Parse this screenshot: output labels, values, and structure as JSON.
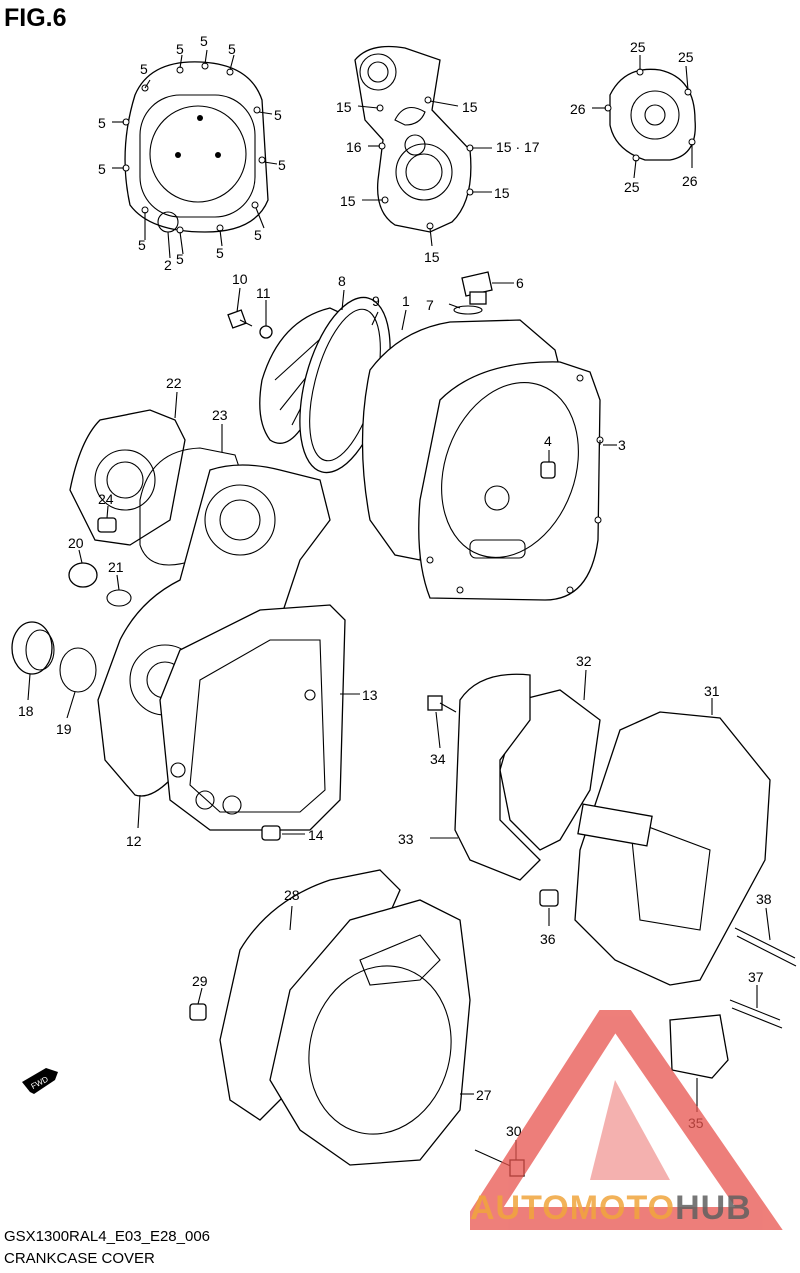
{
  "figure": {
    "title": "FIG.6",
    "code": "GSX1300RAL4_E03_E28_006",
    "caption": "CRANKCASE COVER"
  },
  "labels": {
    "n1": "1",
    "n2": "2",
    "n3": "3",
    "n4": "4",
    "n5": "5",
    "n6": "6",
    "n7": "7",
    "n8": "8",
    "n9": "9",
    "n10": "10",
    "n11": "11",
    "n12": "12",
    "n13": "13",
    "n14": "14",
    "n15": "15",
    "n15_17": "15 · 17",
    "n16": "16",
    "n18": "18",
    "n19": "19",
    "n20": "20",
    "n21": "21",
    "n22": "22",
    "n23": "23",
    "n24": "24",
    "n25": "25",
    "n26": "26",
    "n27": "27",
    "n28": "28",
    "n29": "29",
    "n30": "30",
    "n31": "31",
    "n32": "32",
    "n33": "33",
    "n34": "34",
    "n35": "35",
    "n36": "36",
    "n37": "37",
    "n38": "38"
  },
  "fwd_badge": "FWD",
  "watermark": {
    "part1": "AUTOMOTO",
    "part2": "HUB",
    "accent_color": "#f0a53c",
    "logo_color": "#e8544e"
  }
}
